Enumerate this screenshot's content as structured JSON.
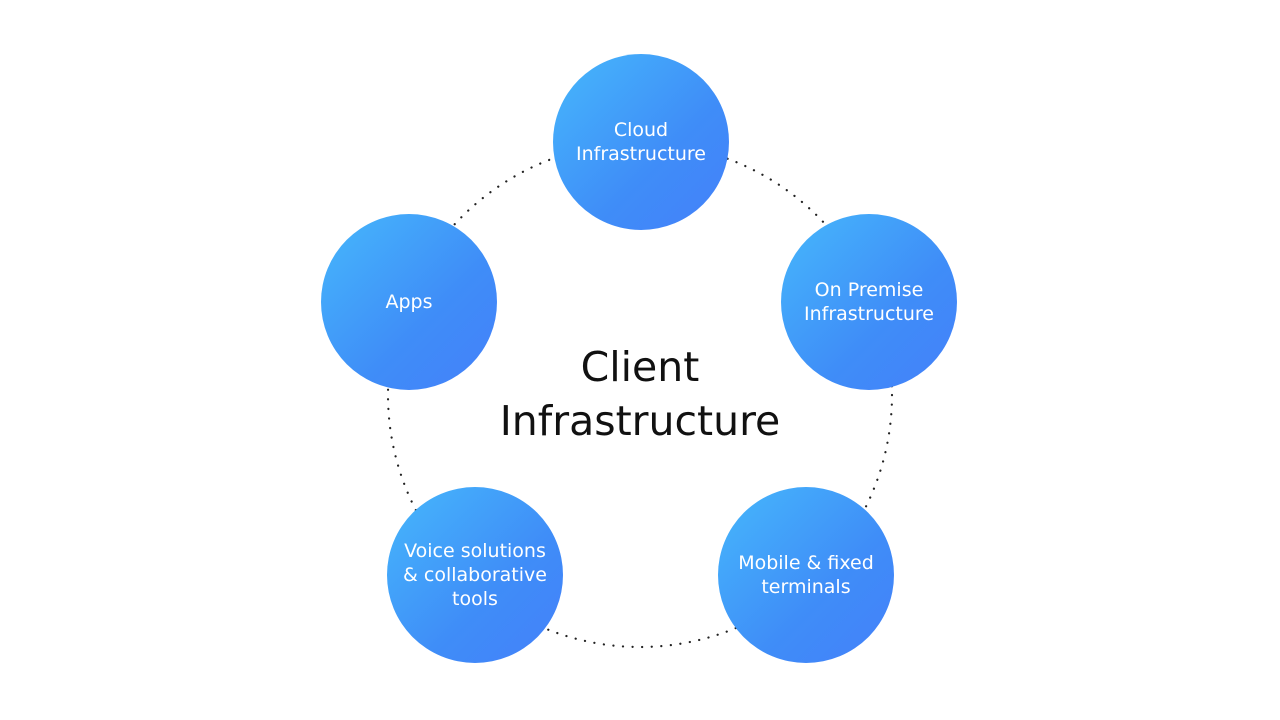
{
  "center": {
    "title": "Client\nInfrastructure"
  },
  "nodes": [
    {
      "id": "cloud",
      "label": "Cloud\nInfrastructure"
    },
    {
      "id": "onprem",
      "label": "On Premise\nInfrastructure"
    },
    {
      "id": "mobile",
      "label": "Mobile & fixed\nterminals"
    },
    {
      "id": "voice",
      "label": "Voice solutions\n& collaborative\ntools"
    },
    {
      "id": "apps",
      "label": "Apps"
    }
  ],
  "colors": {
    "node_start": "#46b8fb",
    "node_end": "#4480fa",
    "text": "#111111",
    "dots": "#222222"
  }
}
